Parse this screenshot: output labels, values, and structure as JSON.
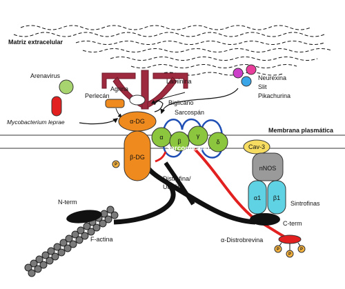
{
  "labels": {
    "matrix": "Matriz extracelular",
    "membrane": "Membrana plasmática",
    "arenavirus": "Arenavirus",
    "perlecan": "Perlecán",
    "agrina": "Agrina",
    "laminina": "Laminina",
    "biglicano": "Biglicano",
    "sarcospan": "Sarcospán",
    "mycobacterium": "Mycobacterium leprae",
    "neurexina": "Neurexina",
    "slit": "Slit",
    "pikachurina": "Pikachurina",
    "alpha_dg": "α-DG",
    "beta_dg": "β-DG",
    "sarcoglicano": "Sarcoglicano",
    "sg_alpha": "α",
    "sg_beta": "β",
    "sg_gamma": "γ",
    "sg_delta": "δ",
    "distrofina_1": "Distrofina/",
    "distrofina_2": "Utrofina",
    "cav3": "Cav-3",
    "nnos": "nNOS",
    "a1": "α1",
    "b1": "β1",
    "sintrofinas": "Sintrofinas",
    "nterm": "N-term",
    "factina": "F-actina",
    "cterm": "C-term",
    "distrobrevina": "α-Distrobrevina",
    "phospho": "P"
  },
  "colors": {
    "orange": "#ef8a1e",
    "green": "#8cc63f",
    "laminin": "#9e2a3f",
    "red": "#e1201f",
    "blue": "#1f4fb5",
    "cyan": "#5fd3e3",
    "gray": "#9a9a9a",
    "yellow": "#f6dd62",
    "magenta": "#cc3fc8",
    "pink": "#e83d9a",
    "lightblue": "#3aa6e8"
  }
}
